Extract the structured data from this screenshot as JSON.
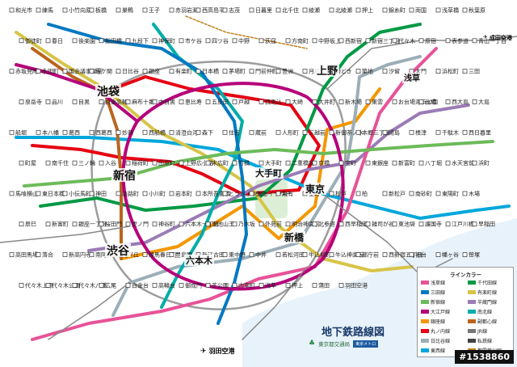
{
  "map": {
    "title": "地下鉄路線図",
    "operator_label": "東京都交通局",
    "metro_badge": "東京メトロ",
    "watermark": "#1538860",
    "airports": [
      {
        "name": "羽田空港",
        "icon": "airplane-icon"
      },
      {
        "name": "成田空港",
        "icon": "airplane-icon"
      }
    ],
    "hubs": [
      "池袋",
      "新宿",
      "渋谷",
      "上野",
      "東京",
      "大手町",
      "新橋",
      "六本木",
      "浅草"
    ],
    "stations": [
      "和光市",
      "練馬",
      "小竹向原",
      "板橋",
      "巣鴨",
      "王子",
      "赤羽岩淵",
      "西高島平",
      "志茂",
      "日暮里",
      "北千住",
      "綾瀬",
      "北綾瀬",
      "押上",
      "錦糸町",
      "両国",
      "浅草橋",
      "秋葉原",
      "御徒町",
      "春日",
      "後楽園",
      "飯田橋",
      "九段下",
      "神保町",
      "市ケ谷",
      "四ツ谷",
      "中野",
      "荻窪",
      "方南町",
      "中野坂上",
      "西新宿",
      "新宿三丁目",
      "代々木",
      "原宿",
      "表参道",
      "青山一丁目",
      "赤坂見附",
      "永田町",
      "国会議事堂前",
      "霞ケ関",
      "日比谷",
      "銀座",
      "有楽町",
      "日本橋",
      "茅場町",
      "門前仲町",
      "豊洲",
      "月島",
      "勝どき",
      "築地",
      "汐留",
      "大門",
      "浜松町",
      "三田",
      "泉岳寺",
      "品川",
      "目黒",
      "白金高輪",
      "麻布十番",
      "中目黒",
      "恵比寿",
      "五反田",
      "戸越",
      "西馬込",
      "大崎",
      "大井町",
      "新木場",
      "東雲",
      "お台場海浜公園",
      "台場",
      "西大島",
      "大島",
      "船堀",
      "本八幡",
      "葛西",
      "西葛西",
      "妙典",
      "西船橋",
      "清澄白河",
      "森下",
      "住吉",
      "蔵前",
      "人形町",
      "三越前",
      "新御茶ノ水",
      "本郷三丁目",
      "湯島",
      "根津",
      "千駄木",
      "西日暮里",
      "町屋",
      "南千住",
      "三ノ輪",
      "入谷",
      "稲荷町",
      "田原町",
      "上野広小路",
      "末広町",
      "竹橋",
      "大手町",
      "二重橋前",
      "京橋",
      "宝町",
      "東銀座",
      "新富町",
      "八丁堀",
      "水天宮前",
      "浜町",
      "馬喰横山",
      "東日本橋",
      "小伝馬町",
      "神田",
      "淡路町",
      "小川町",
      "岩本町",
      "本所吾妻橋",
      "とうきょうスカイツリー",
      "曳舟",
      "亀有",
      "金町",
      "松戸",
      "柏",
      "新松戸",
      "南砂町",
      "東陽町",
      "木場",
      "辰巳",
      "新富町",
      "銀座一丁目",
      "桜田門",
      "虎ノ門",
      "神谷町",
      "六本木一丁目",
      "溜池山王",
      "乃木坂",
      "外苑前",
      "明治神宮前",
      "北参道",
      "西早稲田",
      "雑司が谷",
      "東池袋",
      "護国寺",
      "江戸川橋",
      "早稲田",
      "高田馬場",
      "落合",
      "新高円寺",
      "南阿佐ケ谷",
      "光が丘",
      "練馬春日町",
      "豊島園",
      "新江古田",
      "東中野",
      "中井",
      "若松河田",
      "牛込柳町",
      "牛込神楽坂",
      "都庁前",
      "西新宿五丁目",
      "初台",
      "幡ヶ谷",
      "笹塚",
      "代々木上原",
      "代々木公園",
      "代々木八幡",
      "広尾",
      "白金台",
      "高輪台",
      "御成門",
      "芝公園",
      "内幸町",
      "浅草",
      "押上",
      "蒲田",
      "羽田空港"
    ],
    "legend": {
      "title": "ラインカラー",
      "entries": [
        {
          "label": "浅草線",
          "color": "#e85298"
        },
        {
          "label": "三田線",
          "color": "#0079c2"
        },
        {
          "label": "新宿線",
          "color": "#6cbb5a"
        },
        {
          "label": "大江戸線",
          "color": "#b6007a"
        },
        {
          "label": "銀座線",
          "color": "#f39700"
        },
        {
          "label": "丸ノ内線",
          "color": "#e60012"
        },
        {
          "label": "日比谷線",
          "color": "#9caeb7"
        },
        {
          "label": "東西線",
          "color": "#00a7db"
        },
        {
          "label": "千代田線",
          "color": "#009944"
        },
        {
          "label": "有楽町線",
          "color": "#d7c447"
        },
        {
          "label": "半蔵門線",
          "color": "#9b7cb6"
        },
        {
          "label": "南北線",
          "color": "#00ada9"
        },
        {
          "label": "副都心線",
          "color": "#bb641d"
        },
        {
          "label": "JR線",
          "color": "#777777"
        },
        {
          "label": "私鉄線",
          "color": "#444444"
        },
        {
          "label": "都電荒川線",
          "color": "#c08020"
        }
      ]
    }
  }
}
